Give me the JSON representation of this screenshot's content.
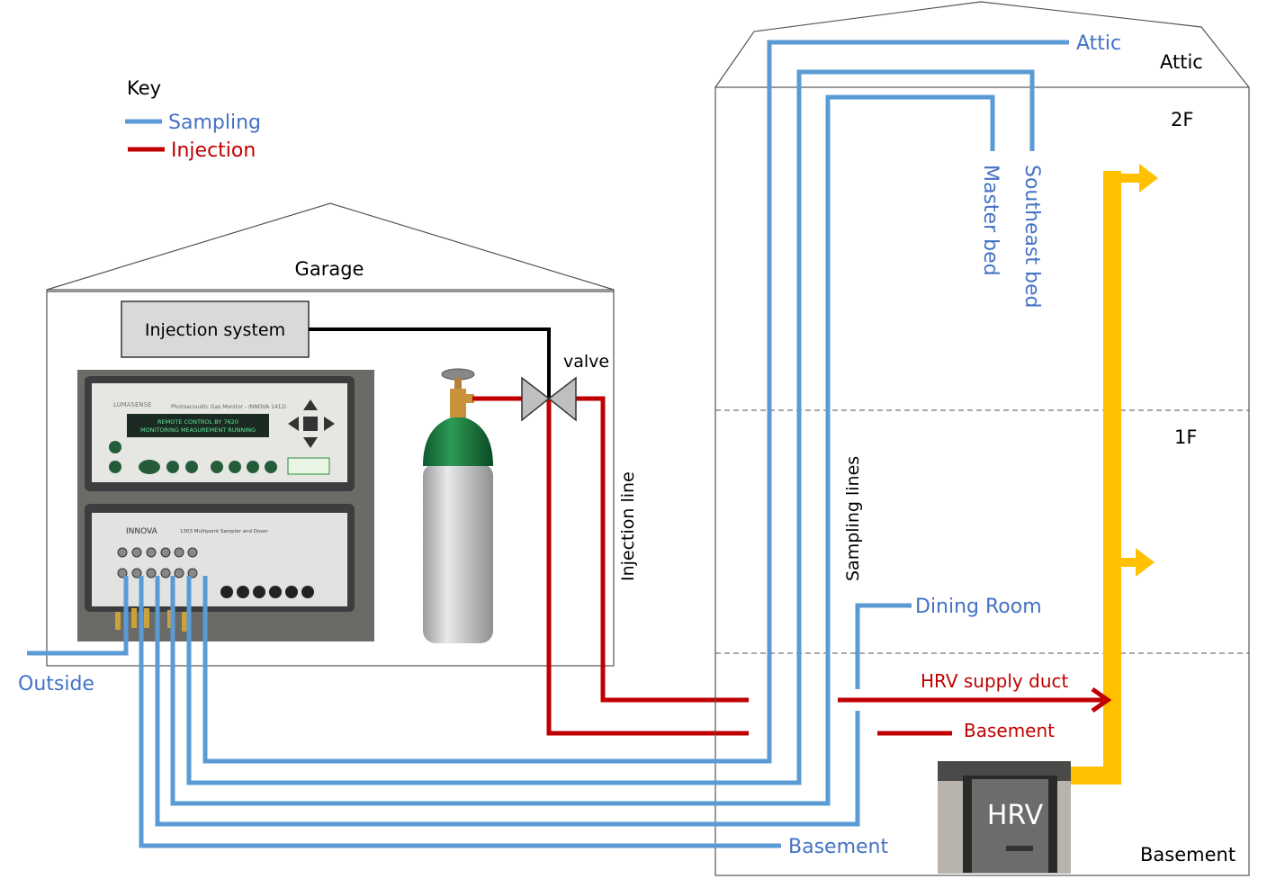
{
  "key": {
    "title": "Key",
    "sampling": "Sampling",
    "injection": "Injection"
  },
  "colors": {
    "sampling": "#5b9bd5",
    "sampling_text": "#4472c4",
    "injection": "#c00000",
    "hrv_duct": "#ffc000"
  },
  "garage": {
    "label": "Garage",
    "injection_system": "Injection system",
    "valve": "valve",
    "injection_line": "Injection line",
    "outside": "Outside"
  },
  "house": {
    "attic": "Attic",
    "floor_2f": "2F",
    "floor_1f": "1F",
    "basement": "Basement",
    "sampling_lines": "Sampling  lines",
    "sampling_points": {
      "attic": "Attic",
      "southeast_bed": "Southeast bed",
      "master_bed": "Master bed",
      "dining_room": "Dining Room",
      "basement": "Basement"
    },
    "injection_points": {
      "hrv_supply_duct": "HRV supply duct",
      "basement": "Basement"
    },
    "hrv": "HRV"
  }
}
